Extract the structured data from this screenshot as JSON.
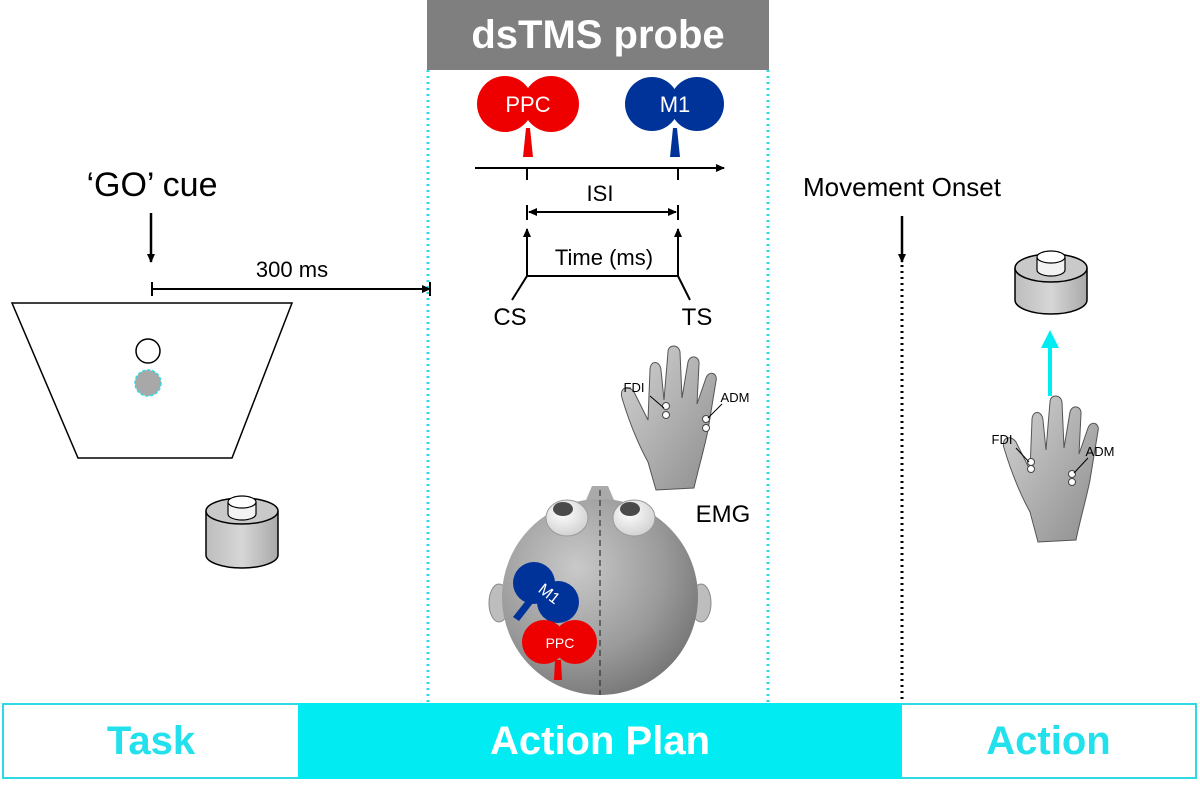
{
  "probe": {
    "title": "dsTMS probe"
  },
  "timing": {
    "go_cue": "‘GO’ cue",
    "delay": "300 ms",
    "isi": "ISI",
    "time_label": "Time (ms)",
    "cs": "CS",
    "ts": "TS",
    "movement_onset": "Movement Onset"
  },
  "coils": {
    "ppc": "PPC",
    "m1": "M1",
    "ppc_color": "#ee0000",
    "m1_color": "#003399"
  },
  "emg": {
    "label": "EMG",
    "fdi": "FDI",
    "adm": "ADM"
  },
  "phases": {
    "task": "Task",
    "action_plan": "Action Plan",
    "action": "Action"
  },
  "colors": {
    "cyan": "#00ecf2",
    "probe_header": "#7f7f7f"
  }
}
